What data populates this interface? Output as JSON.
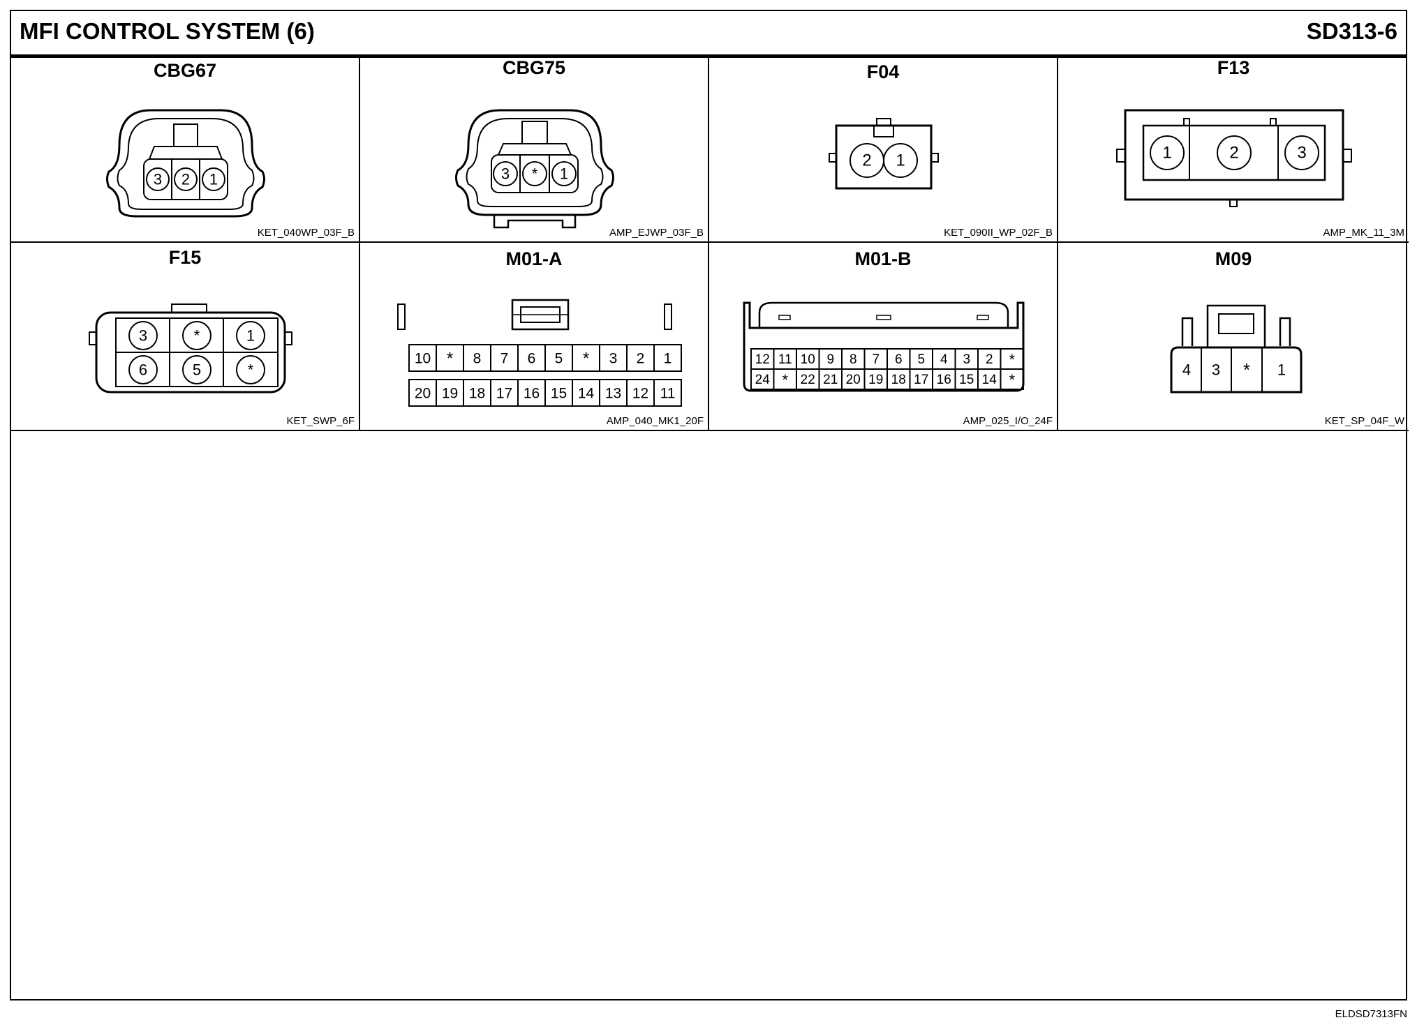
{
  "header": {
    "title": "MFI CONTROL SYSTEM (6)",
    "code": "SD313-6"
  },
  "connectors": [
    {
      "name": "CBG67",
      "code": "KET_040WP_03F_B",
      "pins": [
        "3",
        "2",
        "1"
      ]
    },
    {
      "name": "CBG75",
      "code": "AMP_EJWP_03F_B",
      "pins": [
        "3",
        "*",
        "1"
      ]
    },
    {
      "name": "F04",
      "code": "KET_090II_WP_02F_B",
      "pins": [
        "2",
        "1"
      ]
    },
    {
      "name": "F13",
      "code": "AMP_MK_11_3M",
      "pins": [
        "1",
        "2",
        "3"
      ]
    },
    {
      "name": "F15",
      "code": "KET_SWP_6F",
      "pins": [
        [
          "3",
          "*",
          "1"
        ],
        [
          "6",
          "5",
          "*"
        ]
      ]
    },
    {
      "name": "M01-A",
      "code": "AMP_040_MK1_20F",
      "pins": [
        [
          "10",
          "*",
          "8",
          "7",
          "6",
          "5",
          "*",
          "3",
          "2",
          "1"
        ],
        [
          "20",
          "19",
          "18",
          "17",
          "16",
          "15",
          "14",
          "13",
          "12",
          "11"
        ]
      ]
    },
    {
      "name": "M01-B",
      "code": "AMP_025_I/O_24F",
      "pins": [
        [
          "12",
          "11",
          "10",
          "9",
          "8",
          "7",
          "6",
          "5",
          "4",
          "3",
          "2",
          "*"
        ],
        [
          "24",
          "*",
          "22",
          "21",
          "20",
          "19",
          "18",
          "17",
          "16",
          "15",
          "14",
          "*"
        ]
      ]
    },
    {
      "name": "M09",
      "code": "KET_SP_04F_W",
      "pins": [
        "4",
        "3",
        "*",
        "1"
      ]
    }
  ],
  "footer": {
    "code": "ELDSD7313FN"
  }
}
